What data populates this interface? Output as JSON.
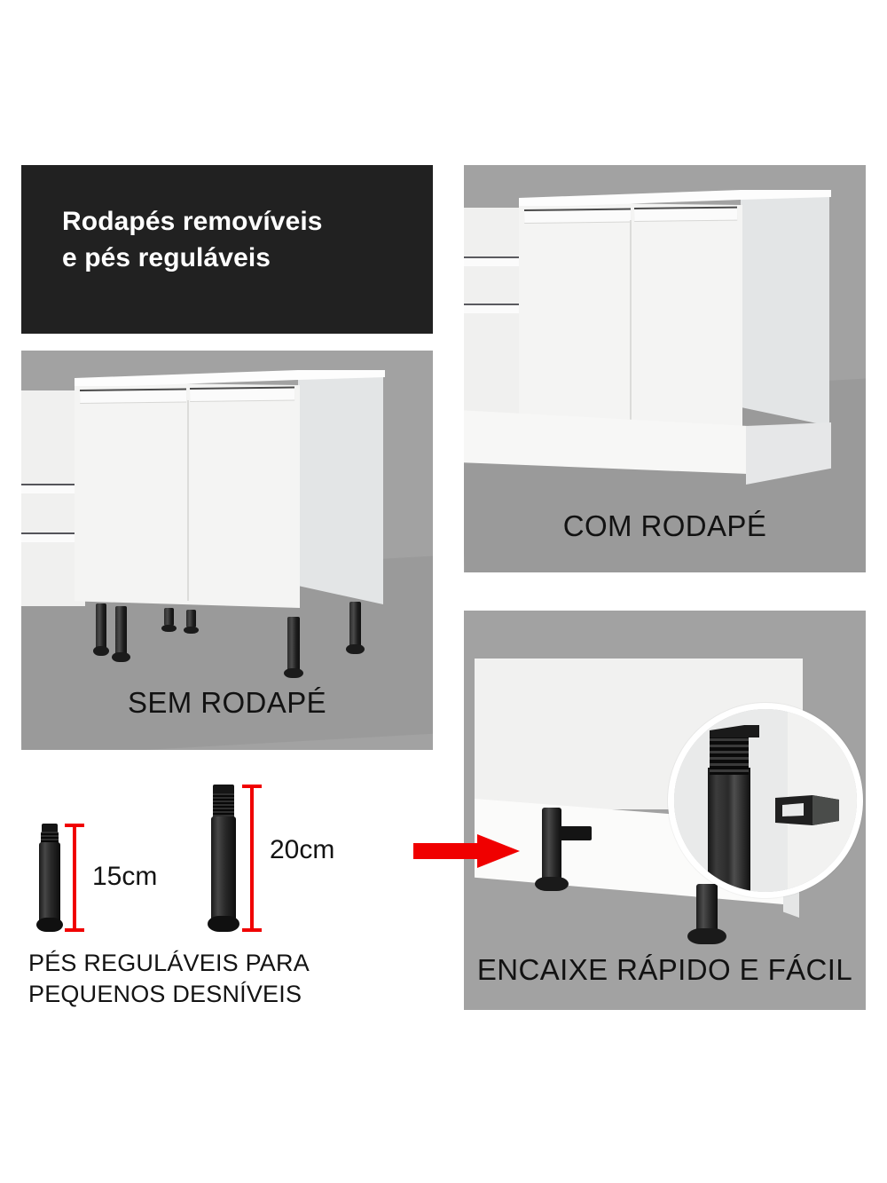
{
  "document": {
    "kind": "product-infographic",
    "language": "pt-BR",
    "background_color": "#ffffff"
  },
  "title_block": {
    "background_color": "#212121",
    "text_color": "#ffffff",
    "line1": "Rodapés removíveis",
    "line2": "e pés reguláveis"
  },
  "panels": {
    "sem_rodape": {
      "caption": "SEM RODAPÉ",
      "background_color": "#a0a0a0",
      "description": "Armário branco sem rodapé com pés reguláveis pretos à mostra"
    },
    "com_rodape": {
      "caption": "COM RODAPÉ",
      "background_color": "#a0a0a0",
      "description": "Armário branco com rodapé branco cobrindo os pés"
    },
    "encaixe": {
      "caption": "ENCAIXE RÁPIDO E FÁCIL",
      "background_color": "#a0a0a0",
      "description": "Detalhe ampliado do pé regulável e do clipe de encaixe do rodapé"
    }
  },
  "legs_figure": {
    "background_color": "#ffffff",
    "accent_color": "#f00000",
    "legs": [
      {
        "name": "pe-15cm",
        "dimension": "15cm"
      },
      {
        "name": "pe-20cm",
        "dimension": "20cm"
      }
    ],
    "caption_line1": "PÉS REGULÁVEIS PARA",
    "caption_line2": "PEQUENOS DESNÍVEIS"
  },
  "arrow": {
    "color": "#f00000",
    "direction": "right"
  }
}
